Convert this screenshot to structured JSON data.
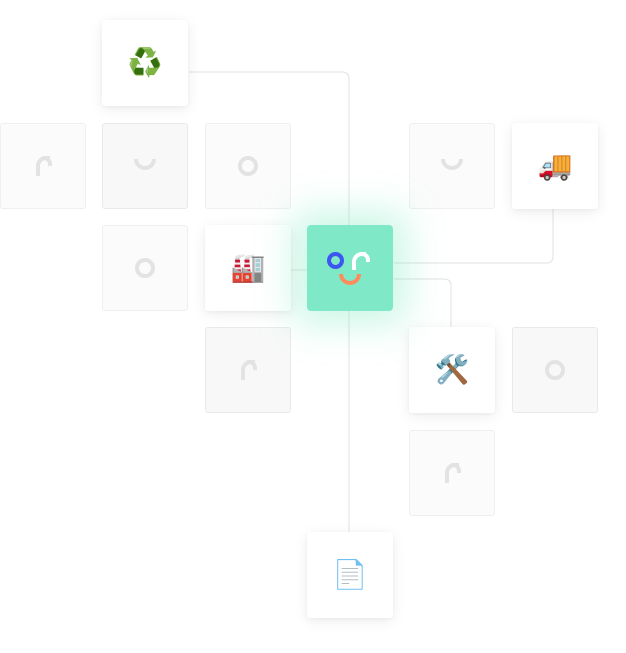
{
  "diagram": {
    "accent_color": "#7fe8c6",
    "connector_color": "#e6e6e6",
    "center_node": {
      "label": "",
      "icon": "app-logo-face-icon",
      "colors": {
        "tile": "#7fe8c6",
        "eye": "#3d56f0",
        "hook": "#ffffff",
        "mouth": "#ff8a5b"
      }
    },
    "active_nodes": [
      {
        "id": "recycling",
        "icon": "recycling-icon",
        "glyph": "♻️"
      },
      {
        "id": "delivery-truck",
        "icon": "delivery-truck-icon",
        "glyph": "🚚"
      },
      {
        "id": "factory",
        "icon": "factory-icon",
        "glyph": "🏭"
      },
      {
        "id": "tools",
        "icon": "hammer-and-wrench-icon",
        "glyph": "🛠️"
      },
      {
        "id": "document",
        "icon": "document-icon",
        "glyph": "📄"
      }
    ],
    "placeholder_nodes": [
      {
        "icon": "hook-placeholder-icon"
      },
      {
        "icon": "smile-placeholder-icon"
      },
      {
        "icon": "ring-placeholder-icon"
      },
      {
        "icon": "smile-placeholder-icon"
      },
      {
        "icon": "ring-placeholder-icon"
      },
      {
        "icon": "hook-placeholder-icon"
      },
      {
        "icon": "ring-placeholder-icon"
      },
      {
        "icon": "hook-placeholder-icon"
      }
    ]
  }
}
